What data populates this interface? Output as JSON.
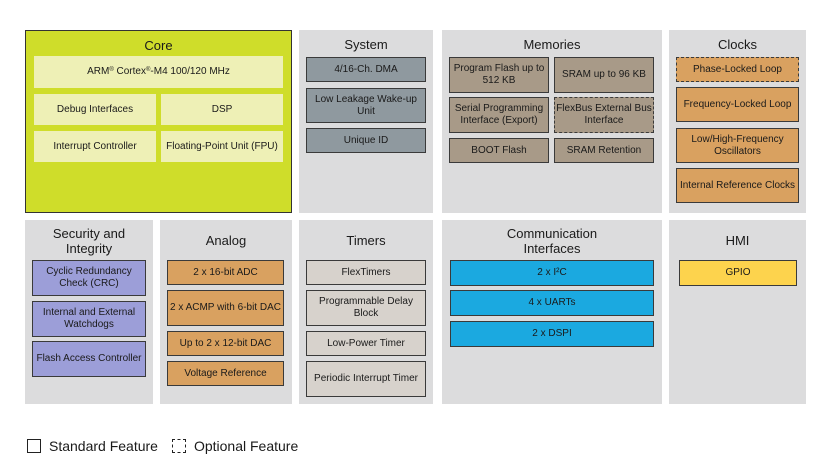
{
  "core": {
    "title": "Core",
    "cpu": "ARM® Cortex®-M4 100/120 MHz",
    "blocks": [
      "Debug Interfaces",
      "DSP",
      "Interrupt Controller",
      "Floating-Point Unit (FPU)"
    ],
    "color": "#cfdd2a"
  },
  "system": {
    "title": "System",
    "blocks": [
      "4/16-Ch. DMA",
      "Low Leakage Wake-up Unit",
      "Unique ID"
    ],
    "color": "#8f999f"
  },
  "memories": {
    "title": "Memories",
    "blocks": [
      "Program Flash up to 512 KB",
      "SRAM up to 96 KB",
      "Serial Programming Interface (Export)",
      "FlexBus External Bus Interface",
      "BOOT Flash",
      "SRAM Retention"
    ],
    "optional": [
      "FlexBus External Bus Interface"
    ],
    "color": "#a89a88"
  },
  "clocks": {
    "title": "Clocks",
    "blocks": [
      "Phase-Locked Loop",
      "Frequency-Locked Loop",
      "Low/High-Frequency Oscillators",
      "Internal Reference Clocks"
    ],
    "optional": [
      "Phase-Locked Loop"
    ],
    "color": "#d9a160"
  },
  "security": {
    "title": "Security and Integrity",
    "blocks": [
      "Cyclic Redundancy Check (CRC)",
      "Internal and External Watchdogs",
      "Flash Access Controller"
    ],
    "color": "#9c9ed8"
  },
  "analog": {
    "title": "Analog",
    "blocks": [
      "2 x 16-bit ADC",
      "2 x ACMP with 6-bit DAC",
      "Up to 2 x 12-bit DAC",
      "Voltage Reference"
    ],
    "color": "#d9a160"
  },
  "timers": {
    "title": "Timers",
    "blocks": [
      "FlexTimers",
      "Programmable Delay Block",
      "Low-Power Timer",
      "Periodic Interrupt Timer"
    ],
    "color": "#d7d2cc"
  },
  "communication": {
    "title": "Communication Interfaces",
    "blocks": [
      "2 x I²C",
      "4 x UARTs",
      "2 x DSPI"
    ],
    "color": "#1ba9e0"
  },
  "hmi": {
    "title": "HMI",
    "blocks": [
      "GPIO"
    ],
    "color": "#fdd34d"
  },
  "legend": {
    "standard": "Standard Feature",
    "optional": "Optional Feature"
  }
}
